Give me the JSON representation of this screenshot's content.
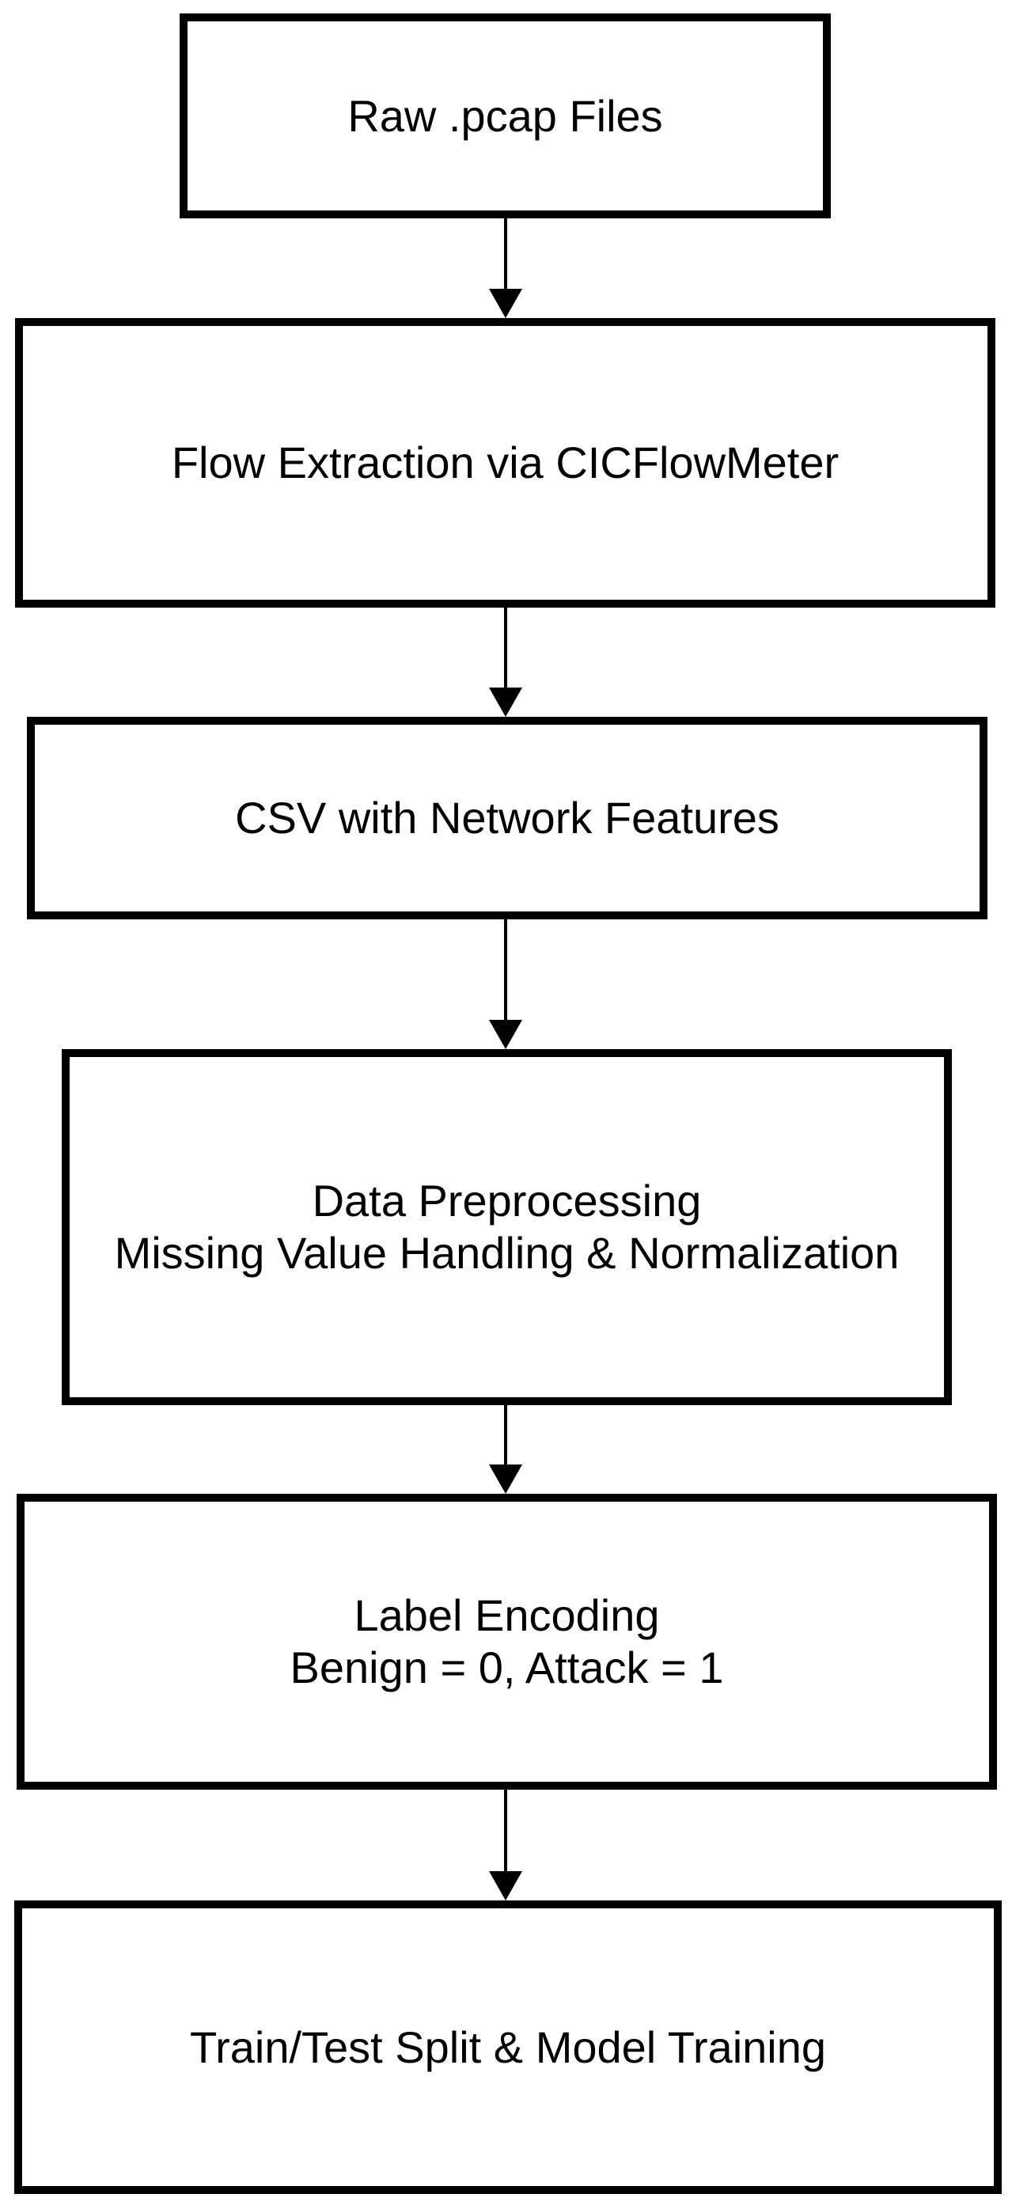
{
  "theme": {
    "background": "#ffffff",
    "node_fill": "#ffffff",
    "node_border": "#000000",
    "text_color": "#000000",
    "arrow_color": "#000000"
  },
  "diagram": {
    "type": "flowchart",
    "direction": "top-down",
    "nodes": [
      {
        "id": "raw-pcap-files",
        "lines": [
          "Raw .pcap Files"
        ]
      },
      {
        "id": "flow-extraction",
        "lines": [
          "Flow Extraction via CICFlowMeter"
        ]
      },
      {
        "id": "csv-features",
        "lines": [
          "CSV with Network Features"
        ]
      },
      {
        "id": "data-preprocessing",
        "lines": [
          "Data Preprocessing",
          "Missing Value Handling & Normalization"
        ]
      },
      {
        "id": "label-encoding",
        "lines": [
          "Label Encoding",
          "Benign = 0, Attack = 1"
        ]
      },
      {
        "id": "train-test-split",
        "lines": [
          "Train/Test Split & Model Training"
        ]
      }
    ],
    "edges": [
      {
        "from": "raw-pcap-files",
        "to": "flow-extraction"
      },
      {
        "from": "flow-extraction",
        "to": "csv-features"
      },
      {
        "from": "csv-features",
        "to": "data-preprocessing"
      },
      {
        "from": "data-preprocessing",
        "to": "label-encoding"
      },
      {
        "from": "label-encoding",
        "to": "train-test-split"
      }
    ]
  }
}
